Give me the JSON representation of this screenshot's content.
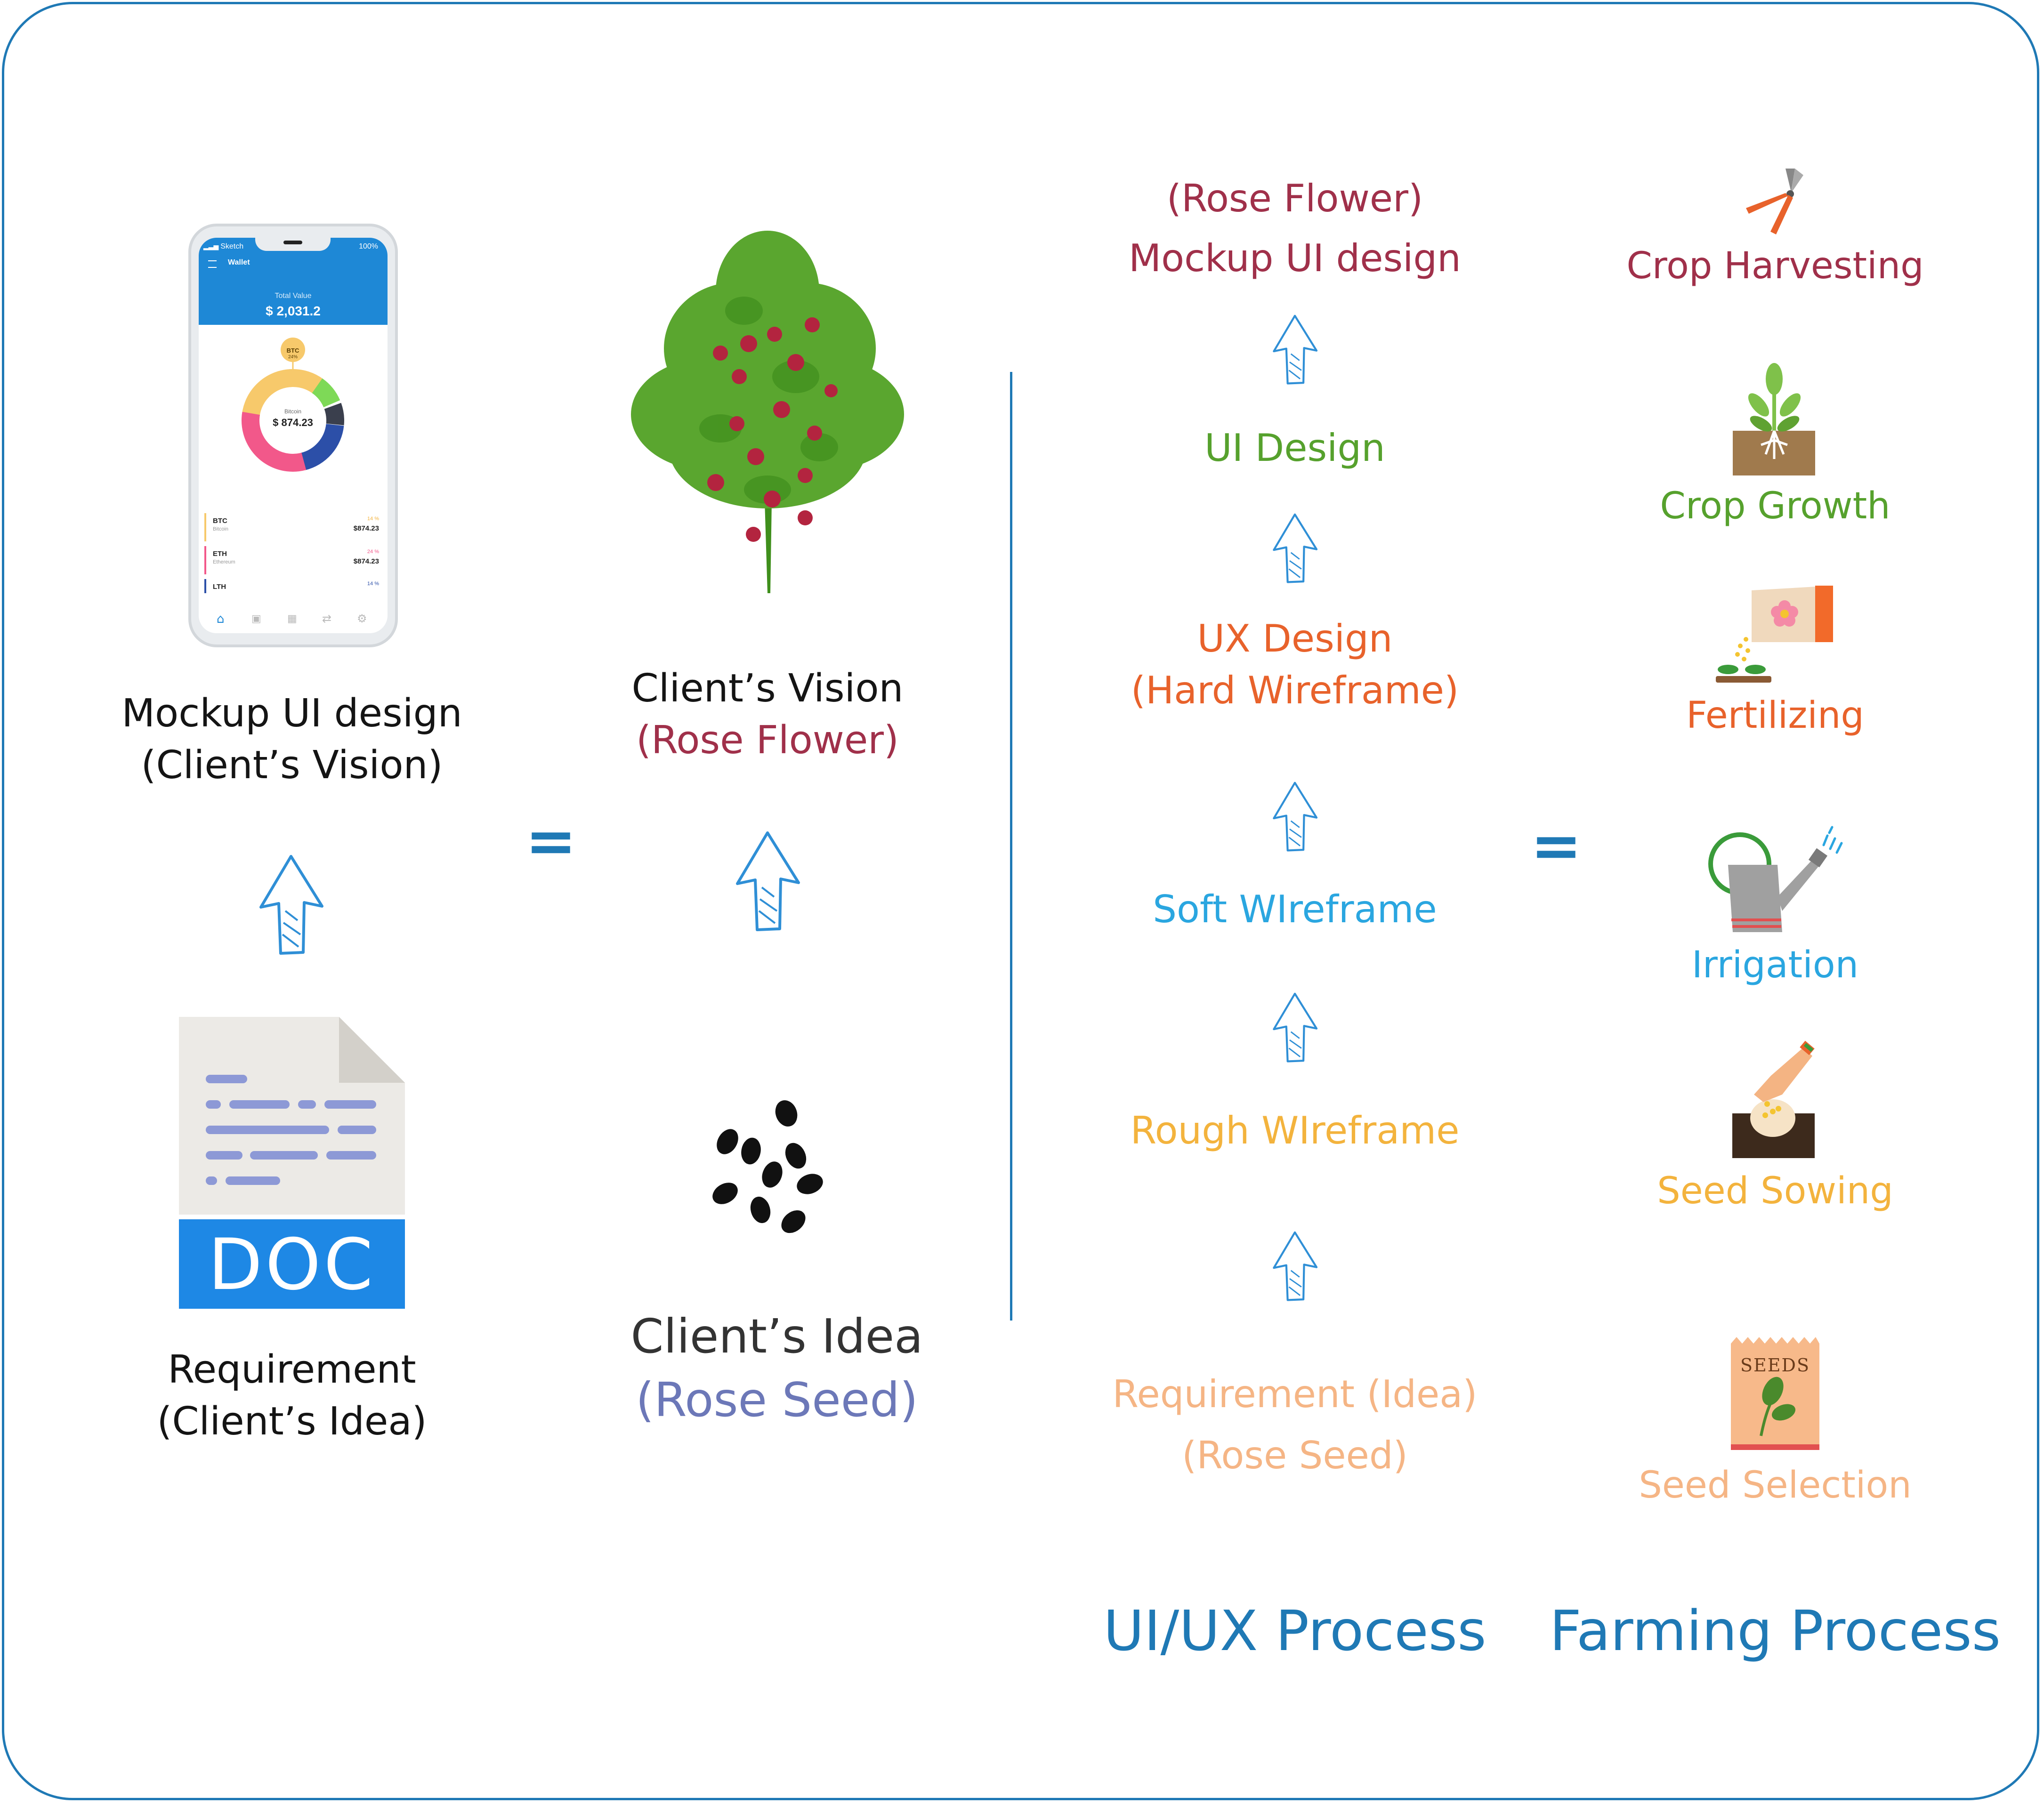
{
  "colors": {
    "border": "#1f79b5",
    "arrow": "#2f8fd6",
    "maroon": "#a0304a",
    "green": "#56a12d",
    "orange_red": "#e8622b",
    "sky": "#2aa6e0",
    "gold": "#f3b33d",
    "peach": "#f5b585",
    "heading_blue": "#1f79b5",
    "lavender": "#6c78b8"
  },
  "left": {
    "phone": {
      "carrier": "Sketch",
      "battery": "100%",
      "title": "Wallet",
      "total_label": "Total Value",
      "total_value": "$ 2,031.2",
      "donut_center_label": "Bitcoin",
      "donut_center_value": "$ 874.23",
      "badge": "BTC",
      "badge_pct": "24%",
      "rows": [
        {
          "code": "BTC",
          "name": "Bitcoin",
          "pct": "14 %",
          "value": "$874.23"
        },
        {
          "code": "ETH",
          "name": "Ethereum",
          "pct": "24 %",
          "value": "$874.23"
        },
        {
          "code": "LTH",
          "name": "",
          "pct": "14 %",
          "value": ""
        }
      ]
    },
    "mockup_line1": "Mockup UI design",
    "mockup_line2": "(Client’s Vision)",
    "doc_badge": "DOC",
    "req_line1": "Requirement",
    "req_line2": "(Client’s Idea)"
  },
  "equals_left": "=",
  "equals_right": "=",
  "middle": {
    "vision_line1": "Client’s Vision",
    "vision_line2": "(Rose Flower)",
    "idea_line1": "Client’s Idea",
    "idea_line2": "(Rose Seed)"
  },
  "uiux": {
    "heading": "UI/UX Process",
    "steps": {
      "mockup_line1": "(Rose Flower)",
      "mockup_line2": "Mockup UI design",
      "ui_design": "UI Design",
      "ux_line1": "UX Design",
      "ux_line2": "(Hard Wireframe)",
      "soft": "Soft WIreframe",
      "rough": "Rough WIreframe",
      "req_line1": "Requirement (Idea)",
      "req_line2": "(Rose Seed)"
    }
  },
  "farming": {
    "heading": "Farming Process",
    "steps": {
      "harvest": "Crop Harvesting",
      "growth": "Crop Growth",
      "fertilizing": "Fertilizing",
      "irrigation": "Irrigation",
      "sowing": "Seed Sowing",
      "selection": "Seed Selection",
      "seeds_label": "SEEDS"
    }
  }
}
